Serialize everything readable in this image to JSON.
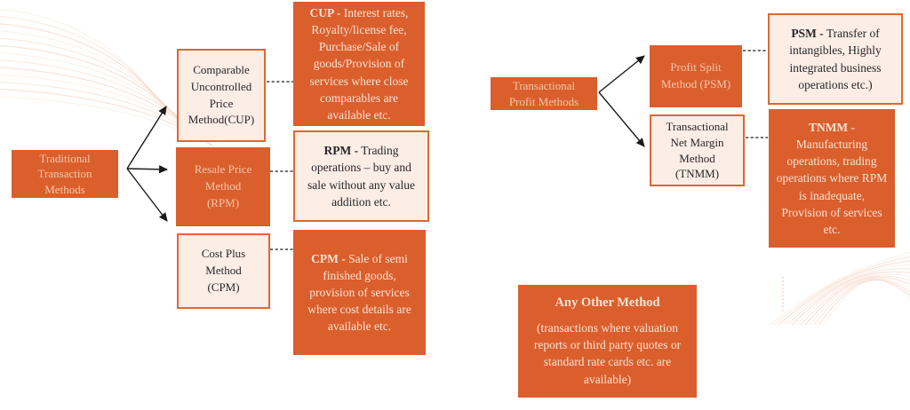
{
  "colors": {
    "orange_fill": "#DB5E2D",
    "light_fill": "#FCEEE5",
    "box_border_orange": "#E2662F",
    "dark_text": "#26262a",
    "peach_label_text": "#F2C9AC",
    "peach_desc_text": "#FAE5D4",
    "connector_black": "#1a1a1a",
    "wave_decoration": "#F3CDB9"
  },
  "left_diagram": {
    "root": {
      "label": "Traditional\nTransaction\nMethods"
    },
    "methods": [
      {
        "id": "cup",
        "label": "Comparable\nUncontrolled\nPrice\nMethod(CUP)",
        "style": "light"
      },
      {
        "id": "rpm",
        "label": "Resale Price\nMethod\n(RPM)",
        "style": "orange"
      },
      {
        "id": "cpm",
        "label": "Cost Plus\nMethod\n(CPM)",
        "style": "light"
      }
    ],
    "descriptions": [
      {
        "id": "cup-desc",
        "bold": "CUP -",
        "text": " Interest rates, Royalty/license fee, Purchase/Sale of goods/Provision of services where close comparables are available etc.",
        "style": "orange"
      },
      {
        "id": "rpm-desc",
        "bold": "RPM -",
        "text": " Trading operations – buy and sale without any value addition etc.",
        "style": "light"
      },
      {
        "id": "cpm-desc",
        "bold": "CPM -",
        "text": " Sale of semi finished goods, provision of services where cost details are available etc.",
        "style": "orange"
      }
    ]
  },
  "right_diagram": {
    "root": {
      "label": "Transactional\nProfit Methods"
    },
    "methods": [
      {
        "id": "psm",
        "label": "Profit Split\nMethod (PSM)",
        "style": "orange"
      },
      {
        "id": "tnmm",
        "label": "Transactional\nNet Margin\nMethod\n(TNMM)",
        "style": "light"
      }
    ],
    "descriptions": [
      {
        "id": "psm-desc",
        "bold": "PSM -",
        "text": " Transfer of intangibles, Highly integrated business operations etc.)",
        "style": "light"
      },
      {
        "id": "tnmm-desc",
        "bold": "TNMM -",
        "text": " Manufacturing operations, trading operations where RPM is inadequate, Provision of services etc.",
        "style": "orange"
      }
    ]
  },
  "any_other_method": {
    "title": "Any Other Method",
    "body": "(transactions where valuation reports or third party quotes or standard rate cards etc. are available)"
  }
}
